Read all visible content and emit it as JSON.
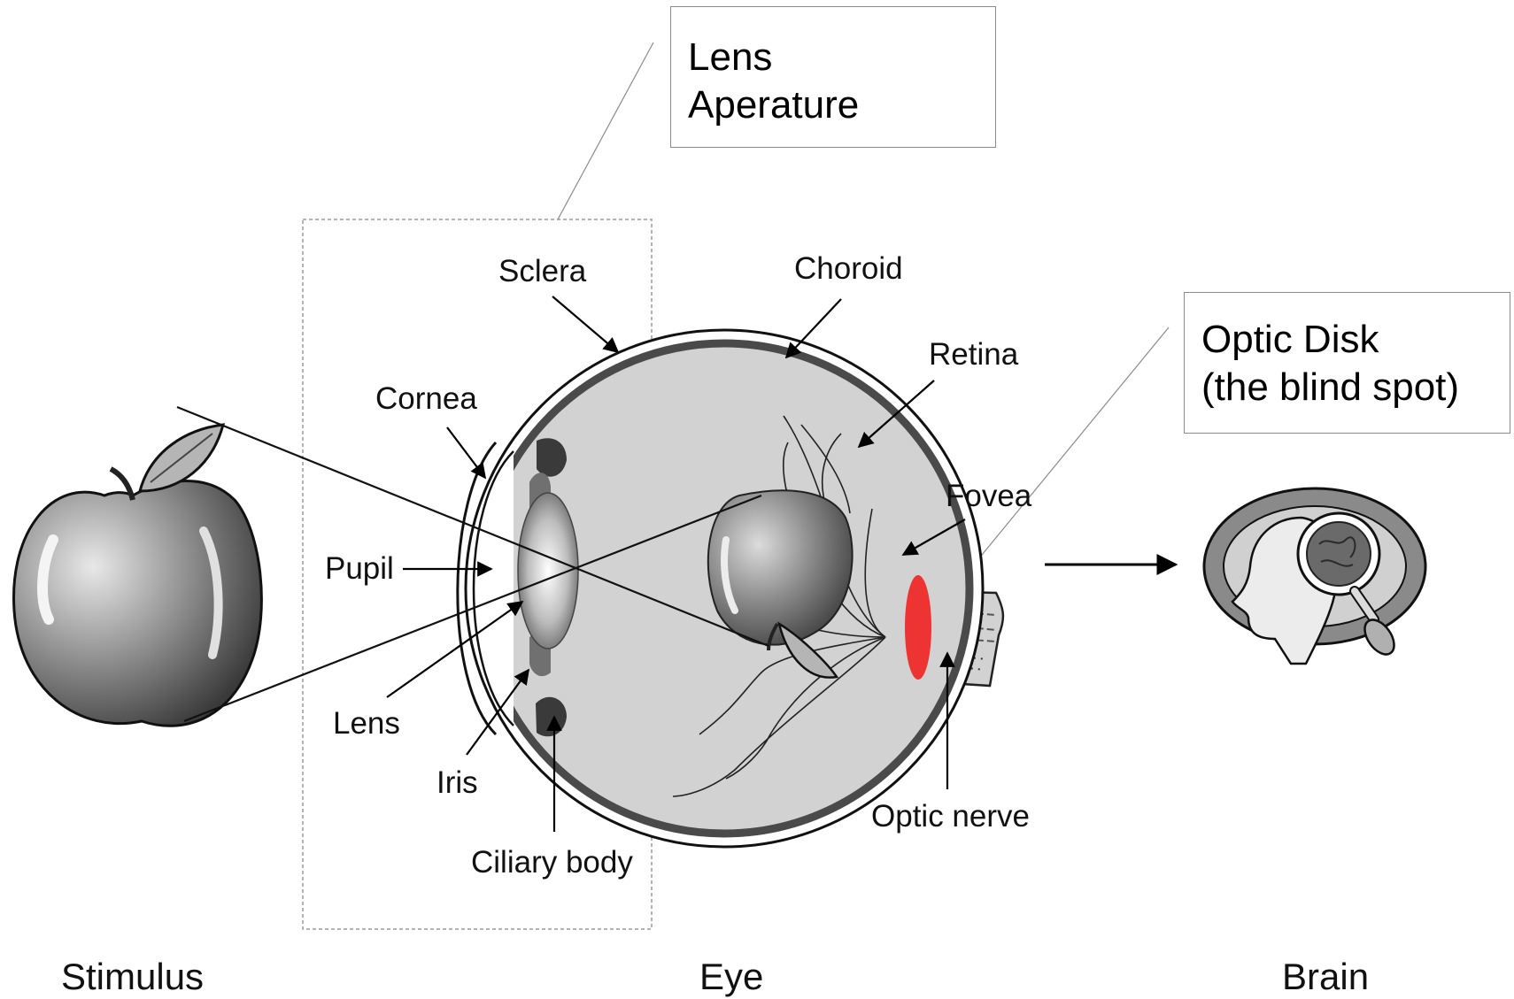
{
  "sections": {
    "stimulus": "Stimulus",
    "eye": "Eye",
    "brain": "Brain"
  },
  "labels": {
    "sclera": "Sclera",
    "choroid": "Choroid",
    "retina": "Retina",
    "cornea": "Cornea",
    "fovea": "Fovea",
    "pupil": "Pupil",
    "lens": "Lens",
    "iris": "Iris",
    "ciliary_body": "Ciliary body",
    "optic_nerve": "Optic nerve"
  },
  "callouts": {
    "lens_aperture": {
      "line1": "Lens",
      "line2": "Aperature"
    },
    "optic_disk": {
      "line1": "Optic Disk",
      "line2": "(the blind spot)"
    }
  },
  "colors": {
    "optic_disk": "#ee3333",
    "eye_interior": "#d2d2d2",
    "choroid_band": "#555555",
    "apple": "#8a8a8a"
  }
}
